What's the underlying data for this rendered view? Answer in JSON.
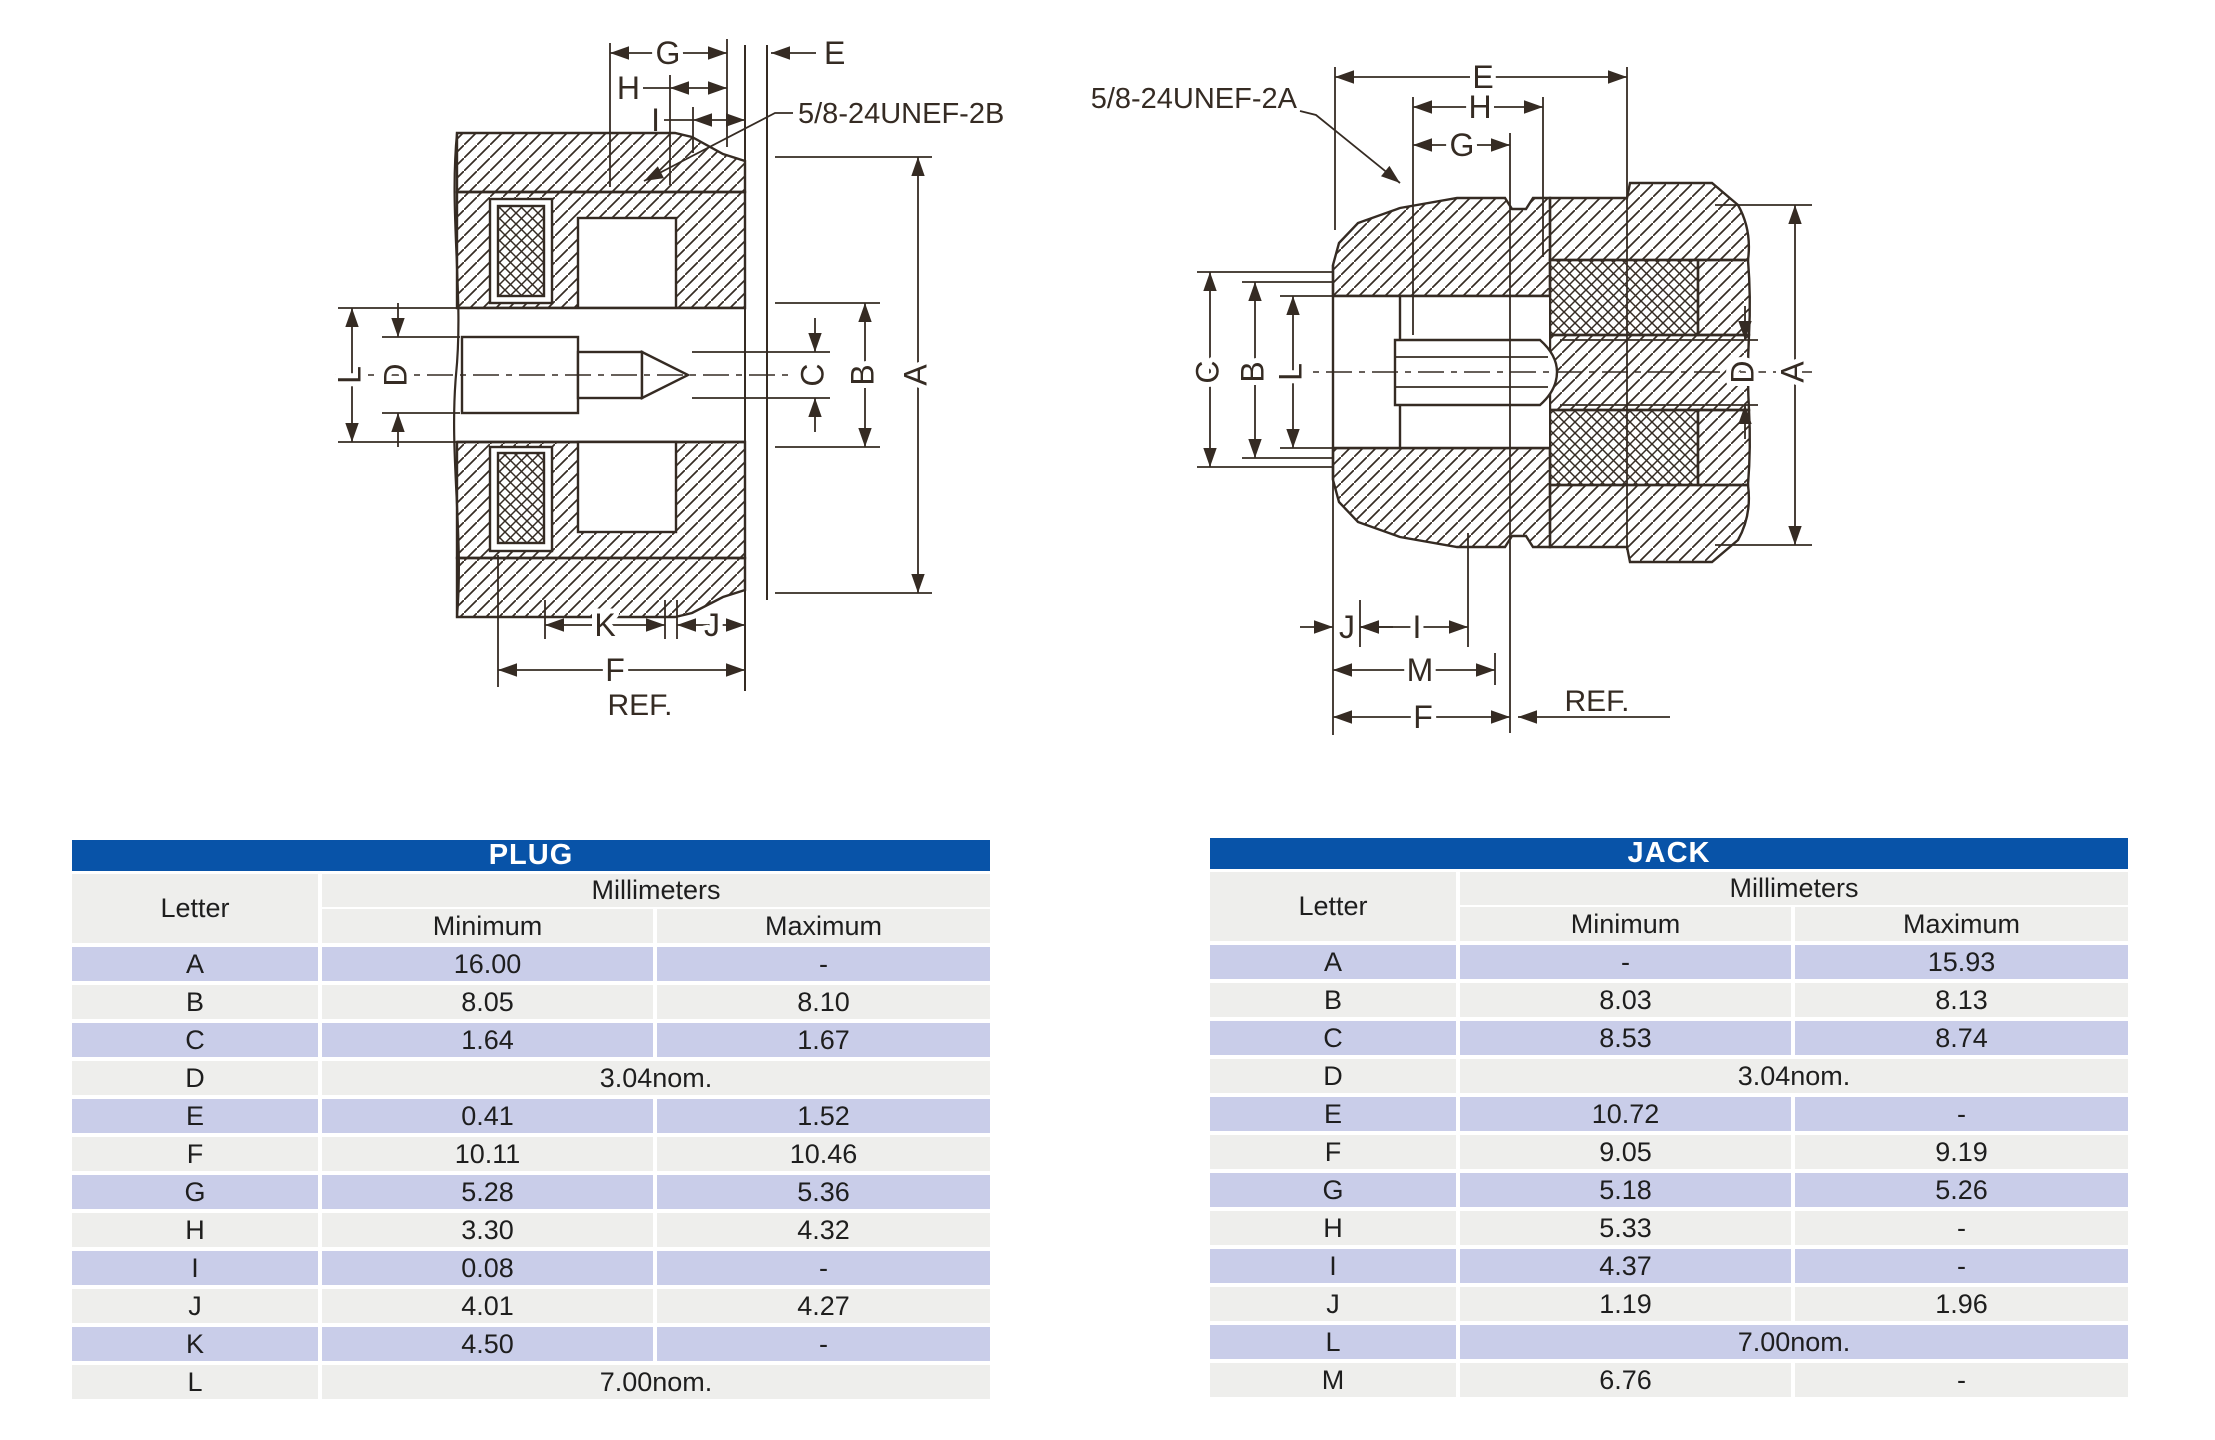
{
  "drawings": {
    "plug": {
      "thread_label": "5/8-24UNEF-2B",
      "ref_label": "REF.",
      "dims": {
        "g": "G",
        "e": "E",
        "h": "H",
        "i": "I",
        "l": "L",
        "d": "D",
        "c": "C",
        "b": "B",
        "a": "A",
        "k": "K",
        "j": "J",
        "f": "F"
      }
    },
    "jack": {
      "thread_label": "5/8-24UNEF-2A",
      "ref_label": "REF.",
      "dims": {
        "e": "E",
        "h": "H",
        "g": "G",
        "c": "C",
        "b": "B",
        "l": "L",
        "d": "D",
        "a": "A",
        "j": "J",
        "i": "I",
        "m": "M",
        "f": "F"
      }
    }
  },
  "tables": {
    "plug": {
      "title": "PLUG",
      "letter_header": "Letter",
      "unit_header": "Millimeters",
      "min_header": "Minimum",
      "max_header": "Maximum",
      "rows": [
        {
          "letter": "A",
          "min": "16.00",
          "max": "-"
        },
        {
          "letter": "B",
          "min": "8.05",
          "max": "8.10"
        },
        {
          "letter": "C",
          "min": "1.64",
          "max": "1.67"
        },
        {
          "letter": "D",
          "nom": "3.04nom."
        },
        {
          "letter": "E",
          "min": "0.41",
          "max": "1.52"
        },
        {
          "letter": "F",
          "min": "10.11",
          "max": "10.46"
        },
        {
          "letter": "G",
          "min": "5.28",
          "max": "5.36"
        },
        {
          "letter": "H",
          "min": "3.30",
          "max": "4.32"
        },
        {
          "letter": "I",
          "min": "0.08",
          "max": "-"
        },
        {
          "letter": "J",
          "min": "4.01",
          "max": "4.27"
        },
        {
          "letter": "K",
          "min": "4.50",
          "max": "-"
        },
        {
          "letter": "L",
          "nom": "7.00nom."
        }
      ]
    },
    "jack": {
      "title": "JACK",
      "letter_header": "Letter",
      "unit_header": "Millimeters",
      "min_header": "Minimum",
      "max_header": "Maximum",
      "rows": [
        {
          "letter": "A",
          "min": "-",
          "max": "15.93"
        },
        {
          "letter": "B",
          "min": "8.03",
          "max": "8.13"
        },
        {
          "letter": "C",
          "min": "8.53",
          "max": "8.74"
        },
        {
          "letter": "D",
          "nom": "3.04nom."
        },
        {
          "letter": "E",
          "min": "10.72",
          "max": "-"
        },
        {
          "letter": "F",
          "min": "9.05",
          "max": "9.19"
        },
        {
          "letter": "G",
          "min": "5.18",
          "max": "5.26"
        },
        {
          "letter": "H",
          "min": "5.33",
          "max": "-"
        },
        {
          "letter": "I",
          "min": "4.37",
          "max": "-"
        },
        {
          "letter": "J",
          "min": "1.19",
          "max": "1.96"
        },
        {
          "letter": "L",
          "nom": "7.00nom."
        },
        {
          "letter": "M",
          "min": "6.76",
          "max": "-"
        }
      ]
    }
  },
  "colors": {
    "header_blue": "#0853a8",
    "row_lavender": "#c9cde9",
    "row_gray": "#eeeeec",
    "line": "#352b23"
  }
}
